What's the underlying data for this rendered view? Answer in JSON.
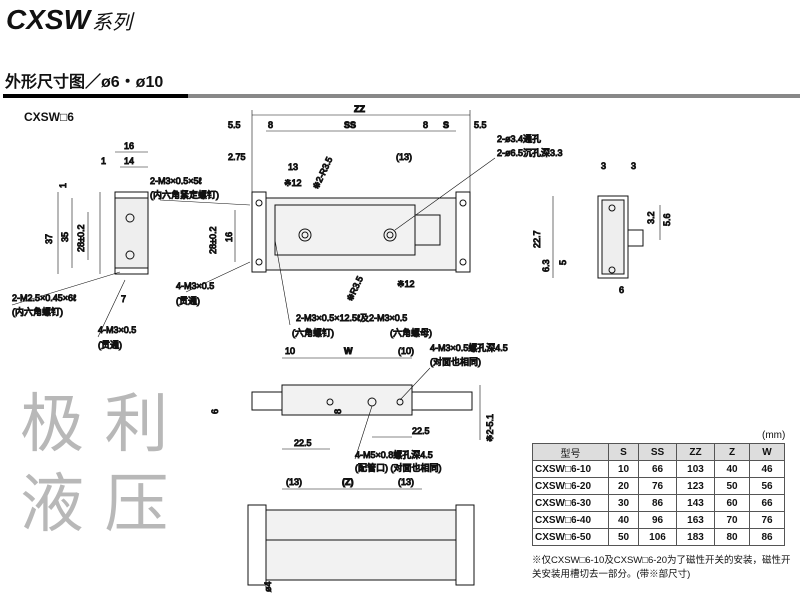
{
  "header": {
    "title": "CXSW",
    "title_suffix": "系列",
    "section": "外形尺寸图／ø6・ø10",
    "model": "CXSW□6"
  },
  "watermark": "极 利 液 压",
  "dims": {
    "top": [
      "5.5",
      "8",
      "ZZ",
      "SS",
      "8",
      "S",
      "5.5"
    ],
    "side": [
      "16",
      "14",
      "1",
      "1",
      "37",
      "35",
      "28±0.2",
      "7"
    ],
    "front": [
      "2.75",
      "13",
      "※12",
      "※2-R3.5",
      "(13)",
      "28±0.2",
      "16",
      "※R3.5",
      "※12"
    ],
    "right": [
      "3",
      "3",
      "5.6",
      "3.2",
      "22.7",
      "5",
      "6.3",
      "6"
    ],
    "plan": [
      "10",
      "W",
      "(10)",
      "6",
      "8",
      "22.5",
      "22.5",
      "※2-5.1"
    ],
    "bottom": [
      "(13)",
      "(Z)",
      "(13)",
      "ø4"
    ]
  },
  "callouts": {
    "through_hole": "2-ø3.4通孔",
    "counterbore": "2-ø6.5沉孔深3.3",
    "set_screw": "2-M3×0.5×5ℓ",
    "set_screw_note": "(内六角紧定螺钉)",
    "m3_through_a": "4-M3×0.5",
    "m3_through_a_note": "(贯通)",
    "m25_screw": "2-M2.5×0.45×6ℓ",
    "m25_screw_note": "(内六角螺钉)",
    "m3_through_b": "4-M3×0.5",
    "m3_through_b_note": "(贯通)",
    "hex_screw": "2-M3×0.5×12.5ℓ及2-M3×0.5",
    "hex_screw_note": "(六角螺钉)",
    "hex_nut_note": "(六角螺母)",
    "tap_hole": "4-M3×0.5螺孔深4.5",
    "tap_hole_note": "(对面也相同)",
    "port": "4-M5×0.8螺孔深4.5",
    "port_note": "(配管口) (对面也相同)"
  },
  "table": {
    "unit": "(mm)",
    "headers": [
      "型号",
      "S",
      "SS",
      "ZZ",
      "Z",
      "W"
    ],
    "rows": [
      [
        "CXSW□6-10",
        "10",
        "66",
        "103",
        "40",
        "46"
      ],
      [
        "CXSW□6-20",
        "20",
        "76",
        "123",
        "50",
        "56"
      ],
      [
        "CXSW□6-30",
        "30",
        "86",
        "143",
        "60",
        "66"
      ],
      [
        "CXSW□6-40",
        "40",
        "96",
        "163",
        "70",
        "76"
      ],
      [
        "CXSW□6-50",
        "50",
        "106",
        "183",
        "80",
        "86"
      ]
    ],
    "note": "※仅CXSW□6-10及CXSW□6-20为了磁性开关的安装，磁性开关安装用槽切去一部分。(带※部尺寸)"
  }
}
